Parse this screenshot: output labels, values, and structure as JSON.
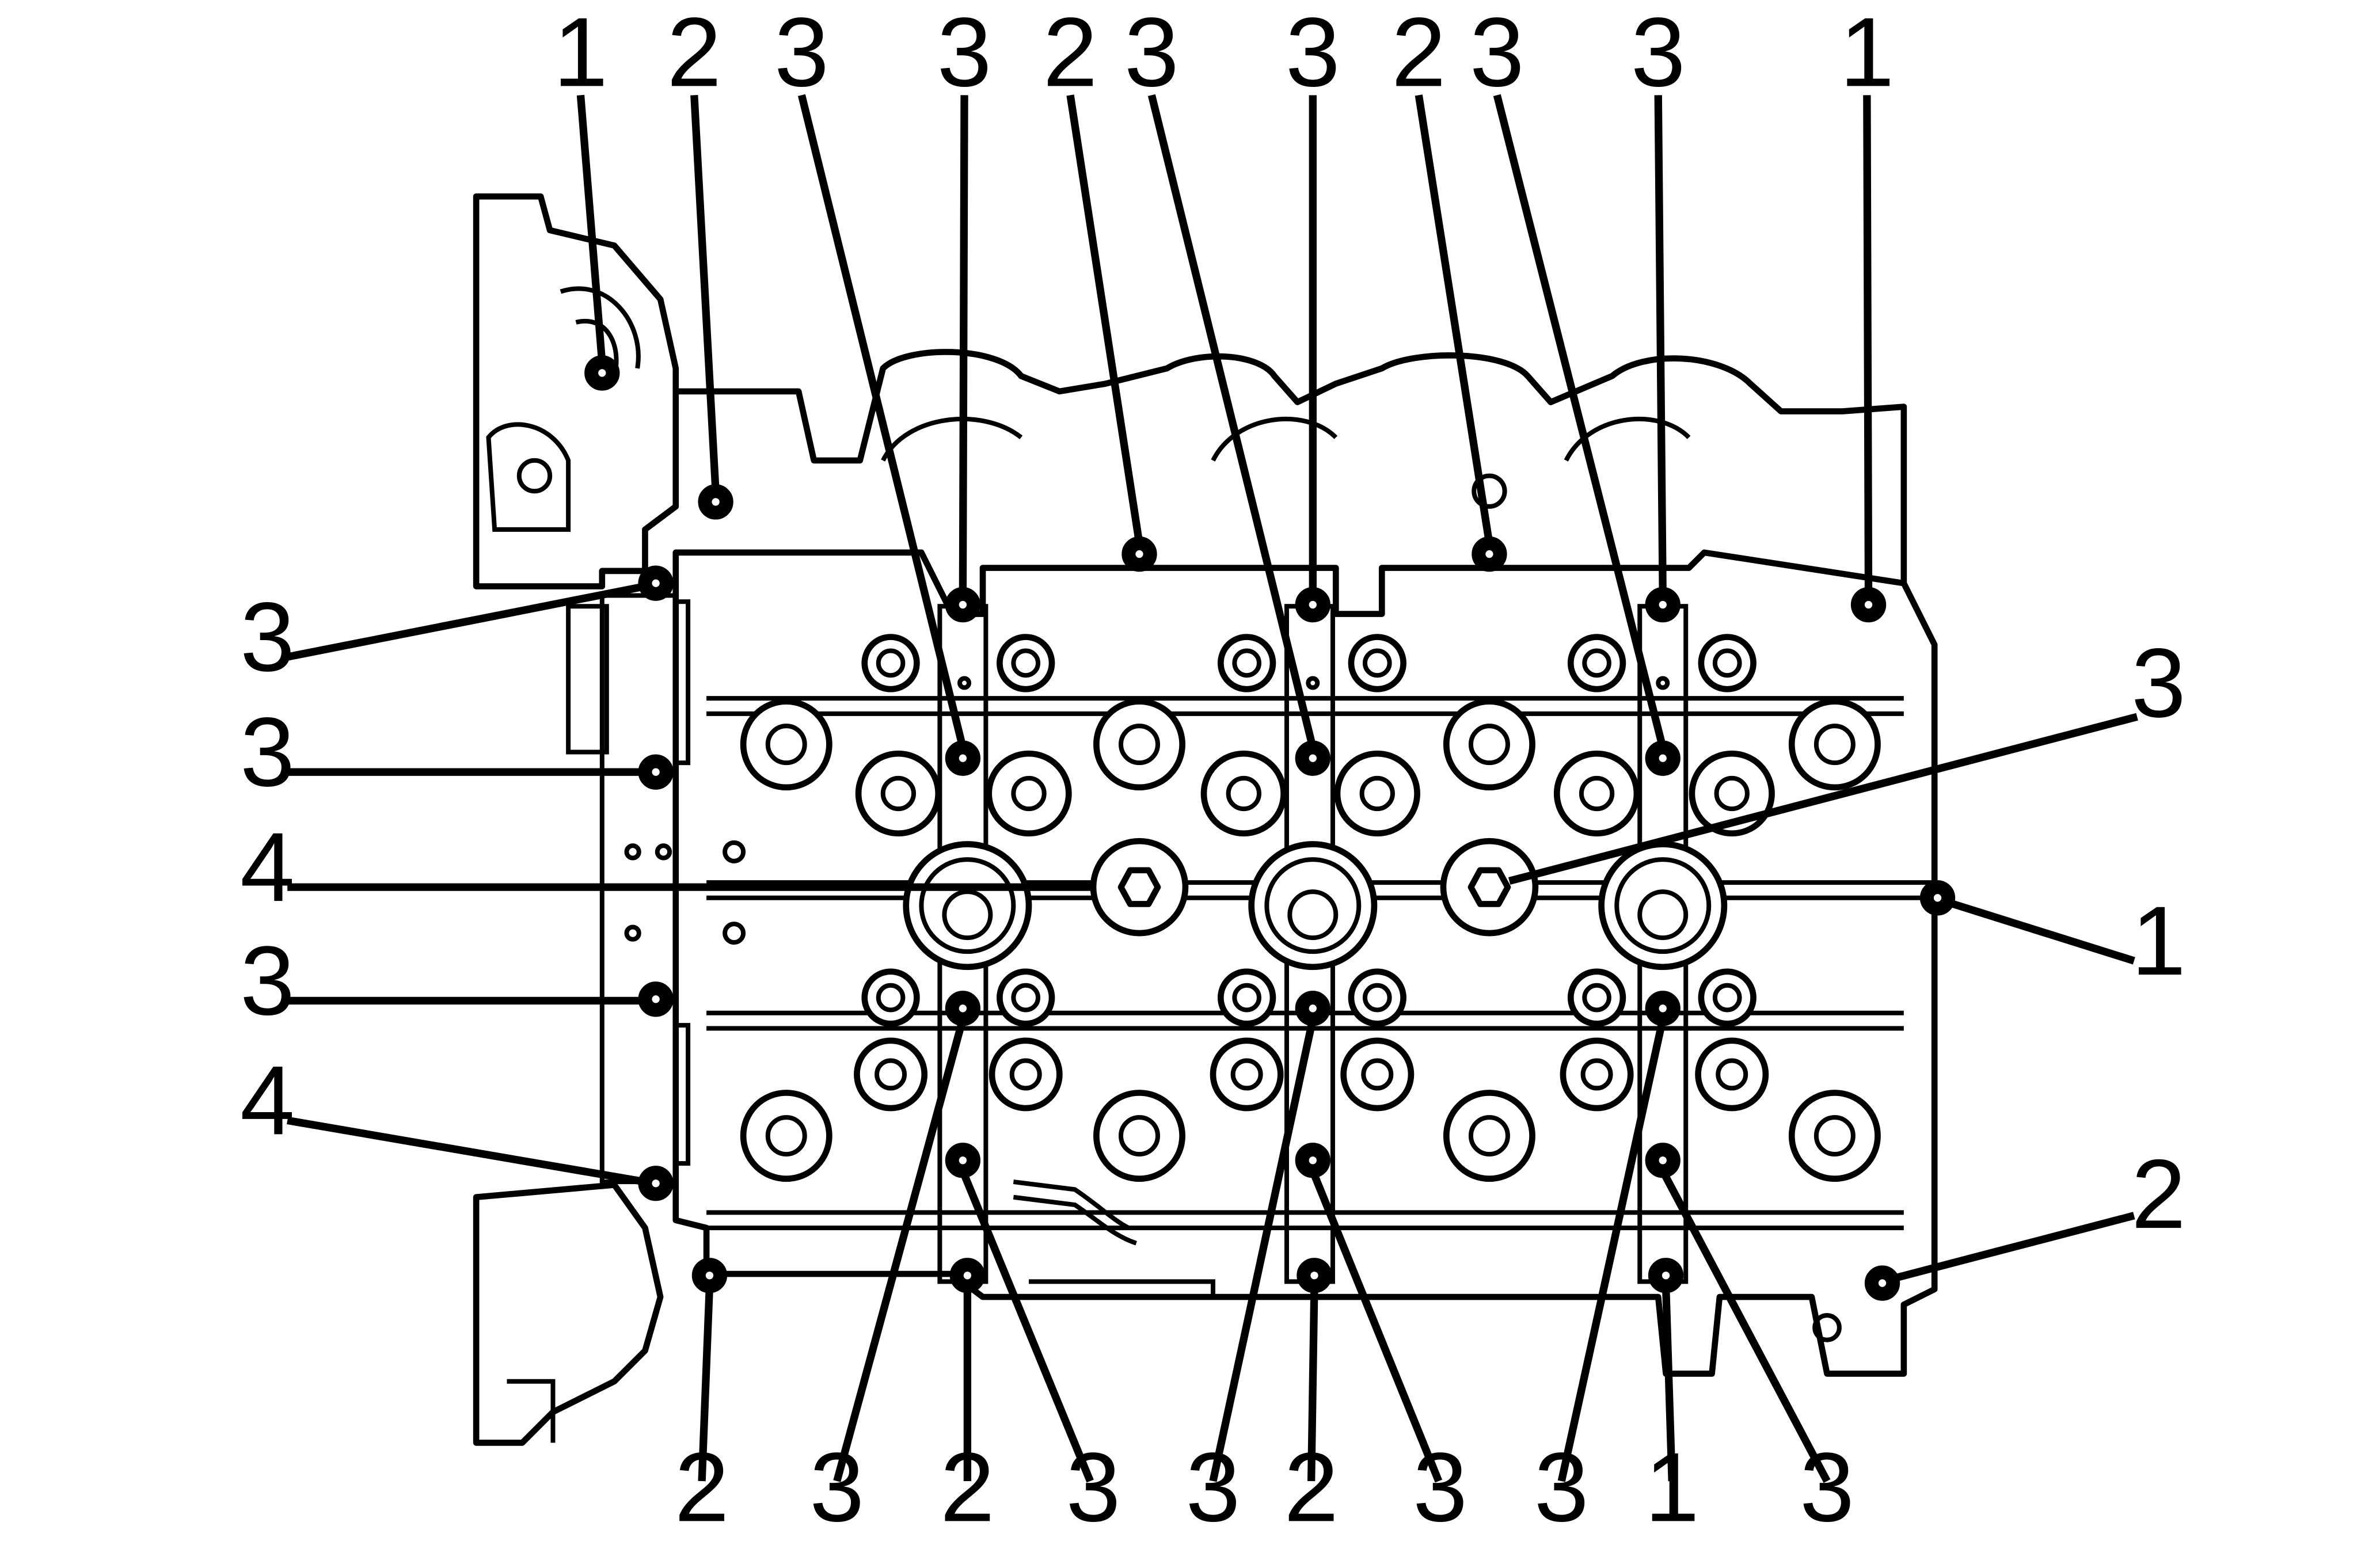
{
  "callouts": [
    {
      "id": "c01",
      "label": "1"
    },
    {
      "id": "c02",
      "label": "2"
    },
    {
      "id": "c03",
      "label": "3"
    },
    {
      "id": "c04",
      "label": "3"
    },
    {
      "id": "c05",
      "label": "2"
    },
    {
      "id": "c06",
      "label": "3"
    },
    {
      "id": "c07",
      "label": "3"
    },
    {
      "id": "c08",
      "label": "2"
    },
    {
      "id": "c09",
      "label": "3"
    },
    {
      "id": "c10",
      "label": "3"
    },
    {
      "id": "c11",
      "label": "1"
    },
    {
      "id": "c12",
      "label": "3"
    },
    {
      "id": "c13",
      "label": "3"
    },
    {
      "id": "c14",
      "label": "4"
    },
    {
      "id": "c15",
      "label": "3"
    },
    {
      "id": "c16",
      "label": "3"
    },
    {
      "id": "c17",
      "label": "4"
    },
    {
      "id": "c18",
      "label": "1"
    },
    {
      "id": "c19",
      "label": "2"
    },
    {
      "id": "c20",
      "label": "2"
    },
    {
      "id": "c21",
      "label": "3"
    },
    {
      "id": "c22",
      "label": "2"
    },
    {
      "id": "c23",
      "label": "3"
    },
    {
      "id": "c24",
      "label": "3"
    },
    {
      "id": "c25",
      "label": "2"
    },
    {
      "id": "c26",
      "label": "3"
    },
    {
      "id": "c27",
      "label": "3"
    },
    {
      "id": "c28",
      "label": "1"
    },
    {
      "id": "c29",
      "label": "3"
    }
  ]
}
